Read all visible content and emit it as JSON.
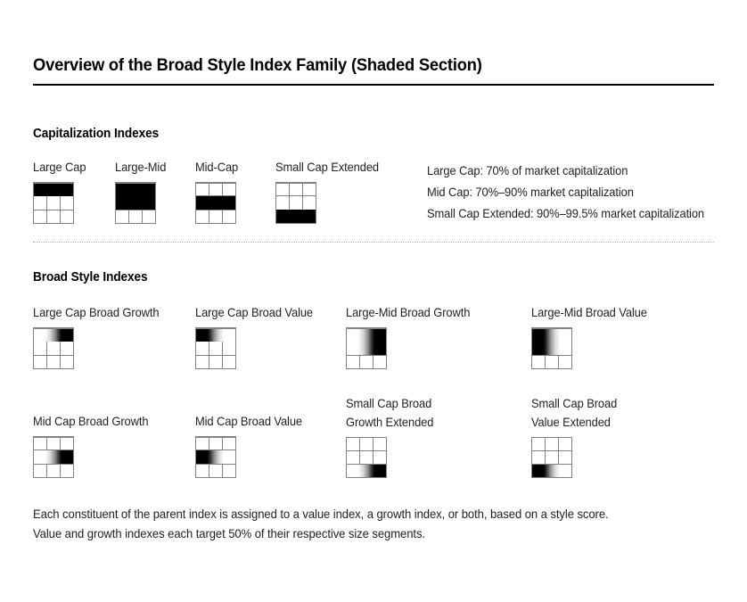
{
  "title": "Overview of the Broad Style Index Family (Shaded Section)",
  "sections": {
    "capitalization": {
      "heading": "Capitalization Indexes",
      "items": [
        {
          "label": "Large Cap",
          "fill": "solid",
          "band": "row1"
        },
        {
          "label": "Large-Mid",
          "fill": "solid",
          "band": "row12"
        },
        {
          "label": "Mid-Cap",
          "fill": "solid",
          "band": "row2"
        },
        {
          "label": "Small Cap Extended",
          "fill": "solid",
          "band": "row3"
        }
      ],
      "notes": [
        "Large Cap: 70% of market capitalization",
        "Mid Cap: 70%–90% market capitalization",
        "Small Cap Extended: 90%–99.5% market capitalization"
      ]
    },
    "broad_style": {
      "heading": "Broad Style Indexes",
      "items": [
        {
          "label_line1": "Large Cap Broad Growth",
          "label_line2": "",
          "fill": "growth",
          "band": "row1"
        },
        {
          "label_line1": "Large Cap Broad Value",
          "label_line2": "",
          "fill": "value",
          "band": "row1"
        },
        {
          "label_line1": "Large-Mid Broad Growth",
          "label_line2": "",
          "fill": "growth",
          "band": "row12"
        },
        {
          "label_line1": "Large-Mid Broad Value",
          "label_line2": "",
          "fill": "value",
          "band": "row12"
        },
        {
          "label_line1": "Mid Cap Broad Growth",
          "label_line2": "",
          "fill": "growth",
          "band": "row2"
        },
        {
          "label_line1": "Mid Cap Broad Value",
          "label_line2": "",
          "fill": "value",
          "band": "row2"
        },
        {
          "label_line1": "Small Cap Broad",
          "label_line2": "Growth Extended",
          "fill": "growth",
          "band": "row3"
        },
        {
          "label_line1": "Small Cap Broad",
          "label_line2": "Value Extended",
          "fill": "value",
          "band": "row3"
        }
      ]
    }
  },
  "footnote": [
    "Each constituent of the parent index is assigned to a value index, a growth index, or both, based on a style score.",
    "Value and growth indexes each target 50% of their respective size segments."
  ],
  "colors": {
    "fill": "#000000",
    "grid_line": "#808285",
    "text": "#231f20",
    "rule": "#000000",
    "divider": "#a9a9a9",
    "background": "#ffffff"
  }
}
